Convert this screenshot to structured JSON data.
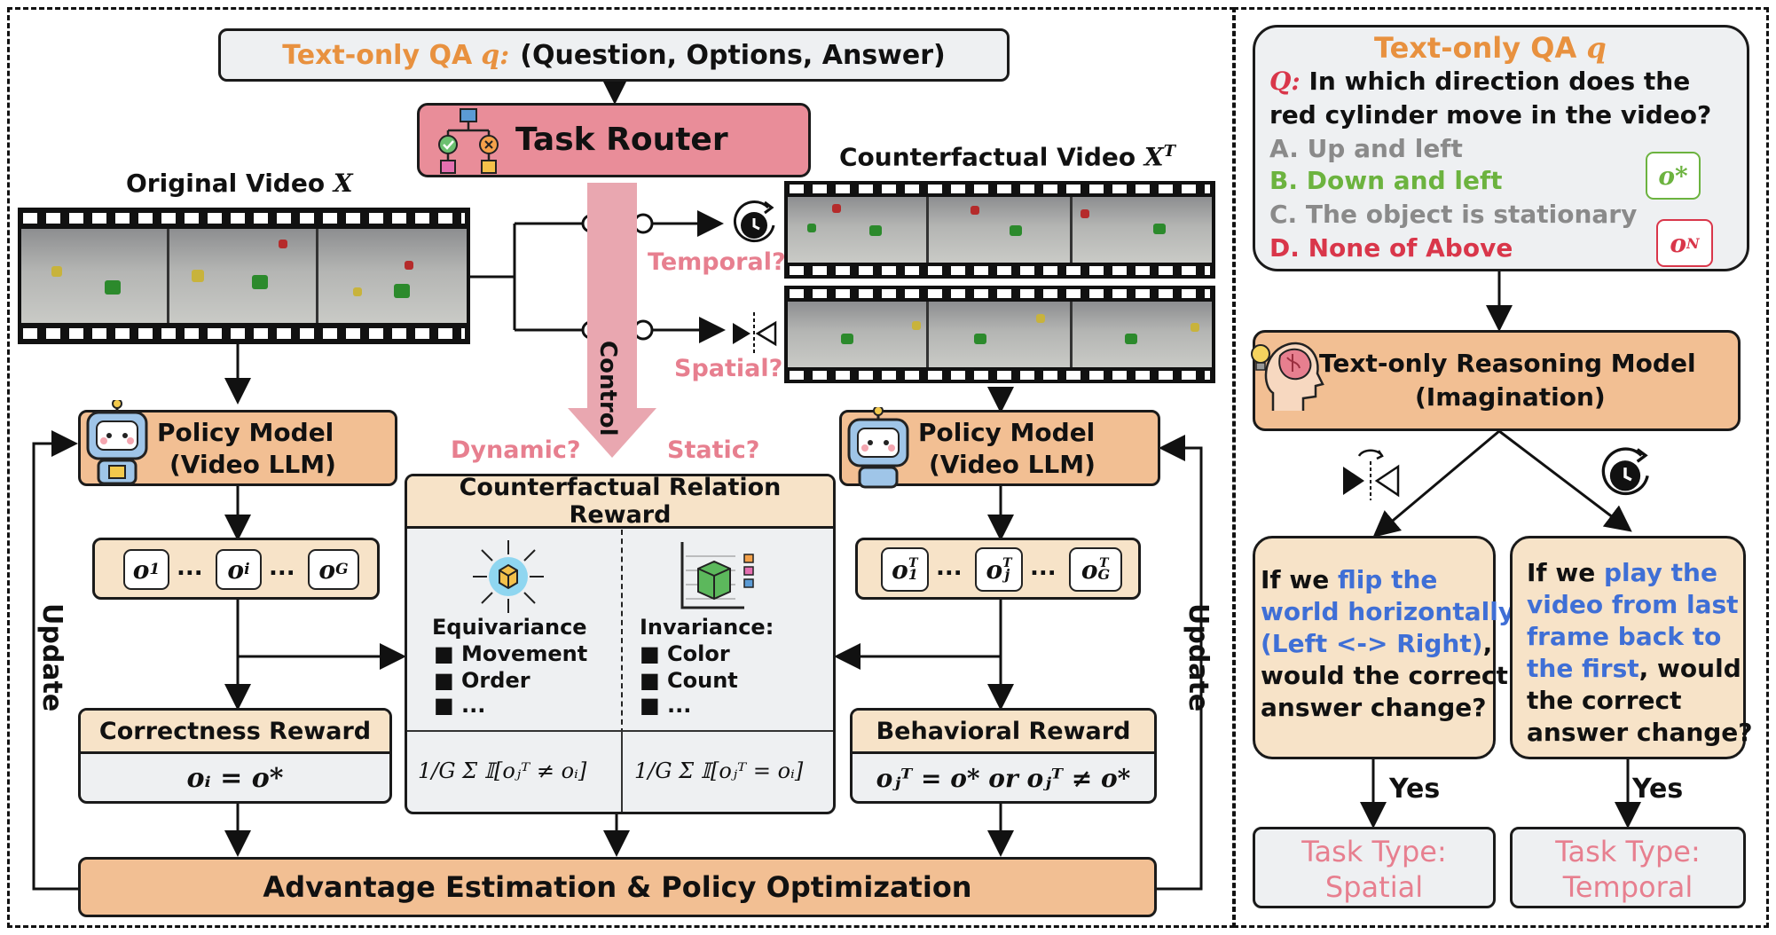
{
  "qa_header": {
    "label": "Text-only QA",
    "var": "q:",
    "rest": "(Question, Options, Answer)"
  },
  "task_router": {
    "label": "Task Router"
  },
  "original_video": {
    "label": "Original Video",
    "var": "X"
  },
  "counterfactual_video": {
    "label": "Counterfactual Video",
    "var": "X",
    "sup": "T"
  },
  "switch_labels": {
    "temporal": "Temporal?",
    "spatial": "Spatial?",
    "control": "Control",
    "dynamic": "Dynamic?",
    "static": "Static?"
  },
  "policy_left": {
    "line1": "Policy Model",
    "line2": "(Video LLM)"
  },
  "policy_right": {
    "line1": "Policy Model",
    "line2": "(Video LLM)"
  },
  "outputs_left": {
    "o1": "o",
    "o1_sub": "1",
    "oi": "o",
    "oi_sub": "i",
    "oG": "o",
    "oG_sub": "G",
    "dots": "..."
  },
  "outputs_right": {
    "o1": "o",
    "o1_sub": "1",
    "oj": "o",
    "oj_sub": "j",
    "oG": "o",
    "oG_sub": "G",
    "sup": "T",
    "dots": "..."
  },
  "counterfactual_reward": {
    "title": "Counterfactual Relation Reward",
    "equivariance": {
      "title": "Equivariance",
      "items": [
        "Movement",
        "Order",
        "..."
      ]
    },
    "invariance": {
      "title": "Invariance:",
      "items": [
        "Color",
        "Count",
        "..."
      ]
    },
    "formula_left": "1/G Σ 𝕀[oⱼᵀ ≠ oᵢ]",
    "formula_right": "1/G Σ 𝕀[oⱼᵀ = oᵢ]"
  },
  "correctness_reward": {
    "title": "Correctness Reward",
    "formula": "oᵢ = o*"
  },
  "behavioral_reward": {
    "title": "Behavioral Reward",
    "formula": "oⱼᵀ = o* or oⱼᵀ ≠ o*"
  },
  "update_label": "Update",
  "advantage": {
    "label": "Advantage Estimation & Policy Optimization"
  },
  "right_panel": {
    "qa_title": "Text-only QA",
    "qa_var": "q",
    "q_label": "Q:",
    "question_line1": "In which direction does the",
    "question_line2": "red cylinder move in the video?",
    "options": [
      {
        "text": "A.  Up and left",
        "color": "#8a8a8a"
      },
      {
        "text": "B.  Down and left",
        "color": "#6cb33f"
      },
      {
        "text": "C.  The object is stationary",
        "color": "#8a8a8a"
      },
      {
        "text": "D.  None of Above",
        "color": "#d9364a"
      }
    ],
    "o_star": "o*",
    "o_n": "o",
    "o_n_sup": "N",
    "reasoning": {
      "line1": "Text-only Reasoning Model",
      "line2": "(Imagination)"
    },
    "spatial_q": {
      "pre": "If we ",
      "hl1": "flip the",
      "hl2": "world horizontally",
      "hl3": "(Left <-> Right)",
      "post1": "would the correct",
      "post2": "answer change?"
    },
    "temporal_q": {
      "pre": "If we ",
      "hl1": "play the",
      "hl2": "video from last",
      "hl3": "frame back to",
      "hl4": "the first",
      "post0": ", would",
      "post1": "the correct",
      "post2": "answer change?"
    },
    "yes": "Yes",
    "task_spatial": {
      "line1": "Task Type:",
      "line2": "Spatial"
    },
    "task_temporal": {
      "line1": "Task Type:",
      "line2": "Temporal"
    }
  },
  "colors": {
    "orange_box": "#f2bf93",
    "pink_box": "#e98d99",
    "accent_orange": "#e8913f",
    "blue_text": "#3f6fd6",
    "pink_text": "#e77f8f",
    "green_text": "#6cb33f",
    "red_text": "#d9364a"
  }
}
